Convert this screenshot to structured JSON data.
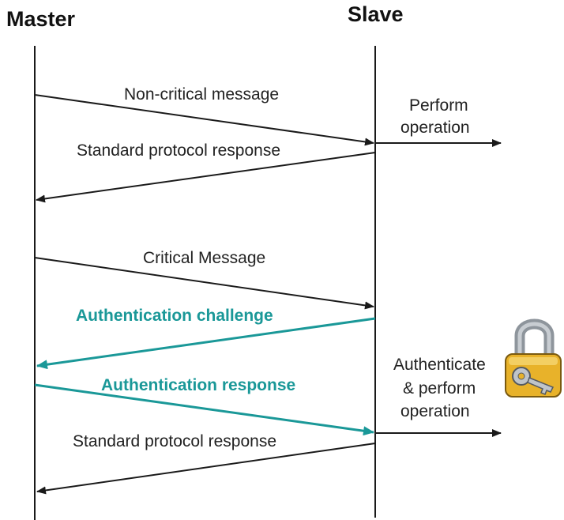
{
  "participants": {
    "master": "Master",
    "slave": "Slave"
  },
  "messages": {
    "non_critical": "Non-critical message",
    "standard_response_1": "Standard protocol response",
    "critical": "Critical Message",
    "auth_challenge": "Authentication challenge",
    "auth_response": "Authentication response",
    "standard_response_2": "Standard protocol response"
  },
  "notes": {
    "perform_1": "Perform",
    "perform_2": "operation",
    "auth_perform_1": "Authenticate",
    "auth_perform_2": "& perform",
    "auth_perform_3": "operation"
  },
  "icons": {
    "lock": "padlock-icon"
  },
  "colors": {
    "line": "#1a1a1a",
    "auth": "#1a9898",
    "lock_body": "#e8b22a",
    "lock_shackle": "#9aa0a6"
  }
}
